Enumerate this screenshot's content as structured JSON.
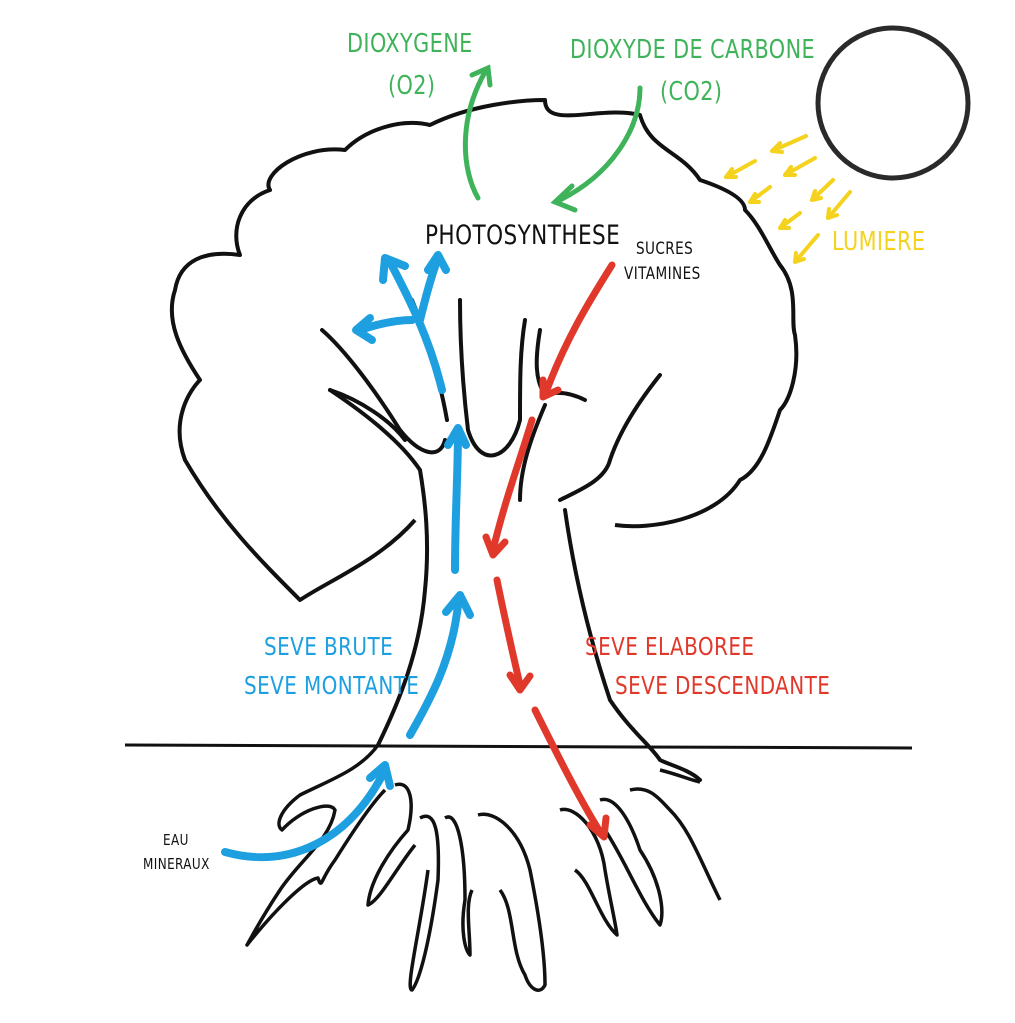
{
  "colors": {
    "outline": "#111111",
    "green": "#3fb35a",
    "yellow": "#f5d21d",
    "blue": "#1ea0e0",
    "red": "#e0392c"
  },
  "labels": {
    "dioxygene": "DIOXYGENE",
    "dioxygene_formula": "(O2)",
    "dioxyde": "DIOXYDE DE CARBONE",
    "dioxyde_formula": "(CO2)",
    "photosynthese": "PHOTOSYNTHESE",
    "sucres": "SUCRES",
    "vitamines": "VITAMINES",
    "lumiere": "LUMIERE",
    "seve_brute": "SEVE BRUTE",
    "seve_montante": "SEVE MONTANTE",
    "seve_elaboree": "SEVE ELABOREE",
    "seve_descendante": "SEVE DESCENDANTE",
    "eau": "EAU",
    "mineraux": "MINERAUX"
  },
  "icons": {
    "sun": "sun-circle",
    "light_rays": "arrow-down-left",
    "tree": "tree-outline"
  }
}
